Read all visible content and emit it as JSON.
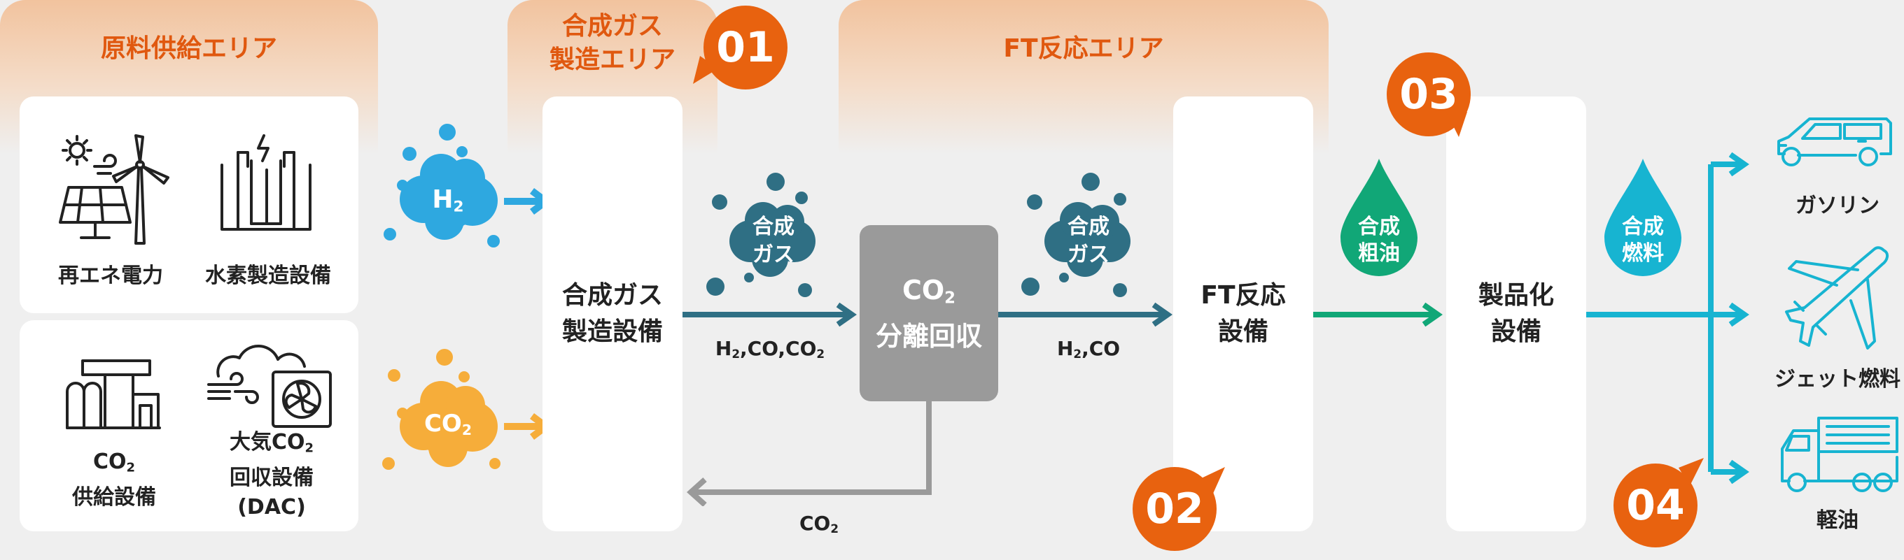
{
  "zones": {
    "supply": "原料供給エリア",
    "syngas_line1": "合成ガス",
    "syngas_line2": "製造エリア",
    "ft": "FT反応エリア"
  },
  "sources": {
    "renewable_power": "再エネ電力",
    "hydrogen_plant": "水素製造設備",
    "co2_supply_line1": "CO",
    "co2_supply_sub": "2",
    "co2_supply_line2": "供給設備",
    "dac_line1_pre": "大気CO",
    "dac_sub": "2",
    "dac_line2": "回収設備",
    "dac_line3": "(DAC)"
  },
  "feeds": {
    "h2": "H",
    "h2_sub": "2",
    "co2": "CO",
    "co2_sub": "2"
  },
  "equipment": {
    "syngas_line1": "合成ガス",
    "syngas_line2": "製造設備",
    "separator_top": "CO",
    "separator_top_sub": "2",
    "separator_bottom": "分離回収",
    "ft_line1": "FT反応",
    "ft_line2": "設備",
    "product_line1": "製品化",
    "product_line2": "設備"
  },
  "gas_clouds": {
    "line1": "合成",
    "line2": "ガス"
  },
  "flow_labels": {
    "syngas_out_parts": [
      "H",
      "2",
      ",CO,CO",
      "2"
    ],
    "ft_in_parts": [
      "H",
      "2",
      ",CO"
    ],
    "recycle_co2": "CO",
    "recycle_co2_sub": "2"
  },
  "drops": {
    "crude_line1": "合成",
    "crude_line2": "粗油",
    "fuel_line1": "合成",
    "fuel_line2": "燃料"
  },
  "products": {
    "gasoline": "ガソリン",
    "jet_fuel": "ジェット燃料",
    "diesel": "軽油"
  },
  "badges": [
    "01",
    "02",
    "03",
    "04"
  ],
  "colors": {
    "orange": "#e8620f",
    "zone_title": "#e0580f",
    "h2_blue": "#2ea8e0",
    "co2_yellow": "#f6ad3a",
    "gas_dark": "#2f6f84",
    "crude_green": "#11a777",
    "fuel_cyan": "#17b4d1",
    "separator_gray": "#9a9a9a"
  },
  "icons": [
    "sun-icon",
    "wind-turbine-icon",
    "solar-panel-icon",
    "electrolyzer-icon",
    "tanks-icon",
    "dac-fan-icon",
    "car-icon",
    "airplane-icon",
    "dump-truck-icon"
  ]
}
